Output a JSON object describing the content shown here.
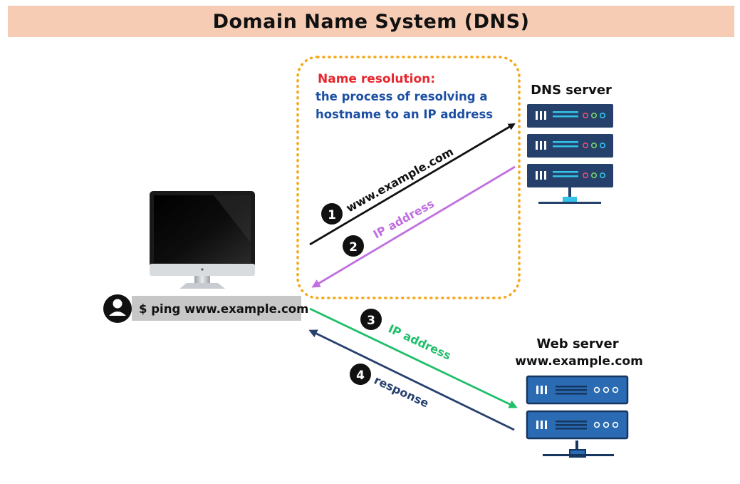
{
  "title": "Domain Name System (DNS)",
  "resolution_box": {
    "heading": "Name resolution:",
    "line1": "the process of resolving a",
    "line2": "hostname to an IP address"
  },
  "dns_server_label": "DNS server",
  "web_server_label_1": "Web server",
  "web_server_label_2": "www.example.com",
  "command": "$ ping www.example.com",
  "steps": [
    {
      "number": "1",
      "label": "www.example.com"
    },
    {
      "number": "2",
      "label": "IP address"
    },
    {
      "number": "3",
      "label": "IP address"
    },
    {
      "number": "4",
      "label": "response"
    }
  ],
  "colors": {
    "title_bg": "#f6cdb4",
    "heading_red": "#e8262e",
    "text_blue": "#1c4fa3",
    "arrow_black": "#111111",
    "arrow_purple": "#c06ee0",
    "arrow_green": "#1fbf6a",
    "arrow_navy": "#27406e",
    "box_dots": "#f2a81a",
    "dns_server": "#24406b",
    "web_server": "#2a6bb3",
    "server_accent": "#33c3e6"
  }
}
